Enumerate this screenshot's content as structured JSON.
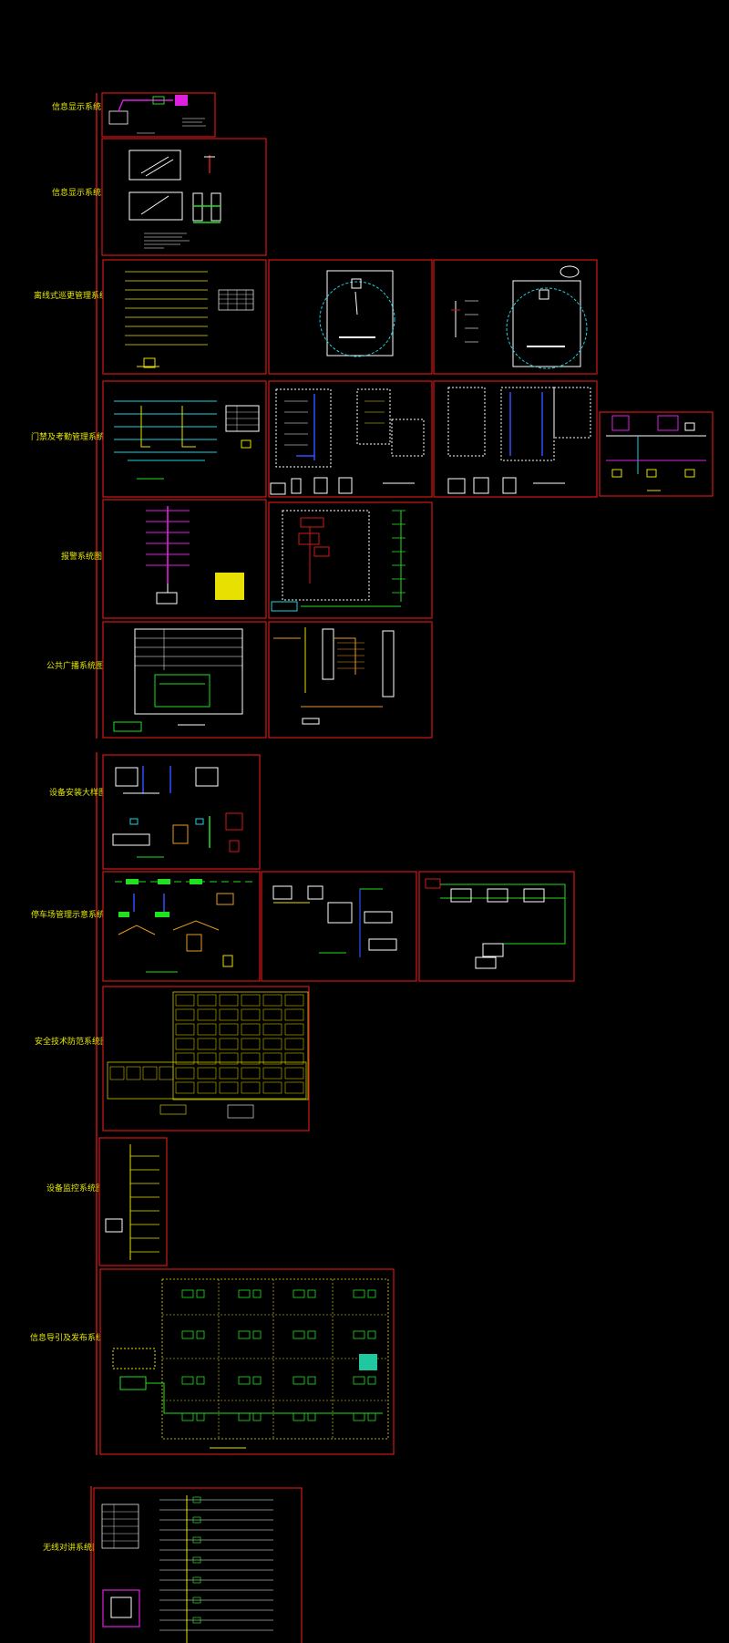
{
  "palette": {
    "background": "#000000",
    "frame": "#d01818",
    "label": "#e6e600",
    "wire_white": "#ffffff",
    "wire_yellow": "#e8e000",
    "wire_green": "#20e020",
    "wire_cyan": "#20d0e0",
    "wire_magenta": "#e020e0",
    "wire_orange": "#e89a20",
    "wire_blue": "#3050ff"
  },
  "sections": [
    {
      "label": "信息显示系统"
    },
    {
      "label": "信息显示系统"
    },
    {
      "label": "离线式巡更管理系统"
    },
    {
      "label": "门禁及考勤管理系统图"
    },
    {
      "label": "报警系统图"
    },
    {
      "label": "公共广播系统图"
    },
    {
      "label": "设备安装大样图"
    },
    {
      "label": "停车场管理示意系统图"
    },
    {
      "label": "安全技术防范系统图"
    },
    {
      "label": "设备监控系统图"
    },
    {
      "label": "信息导引及发布系统图"
    },
    {
      "label": "无线对讲系统图"
    }
  ]
}
